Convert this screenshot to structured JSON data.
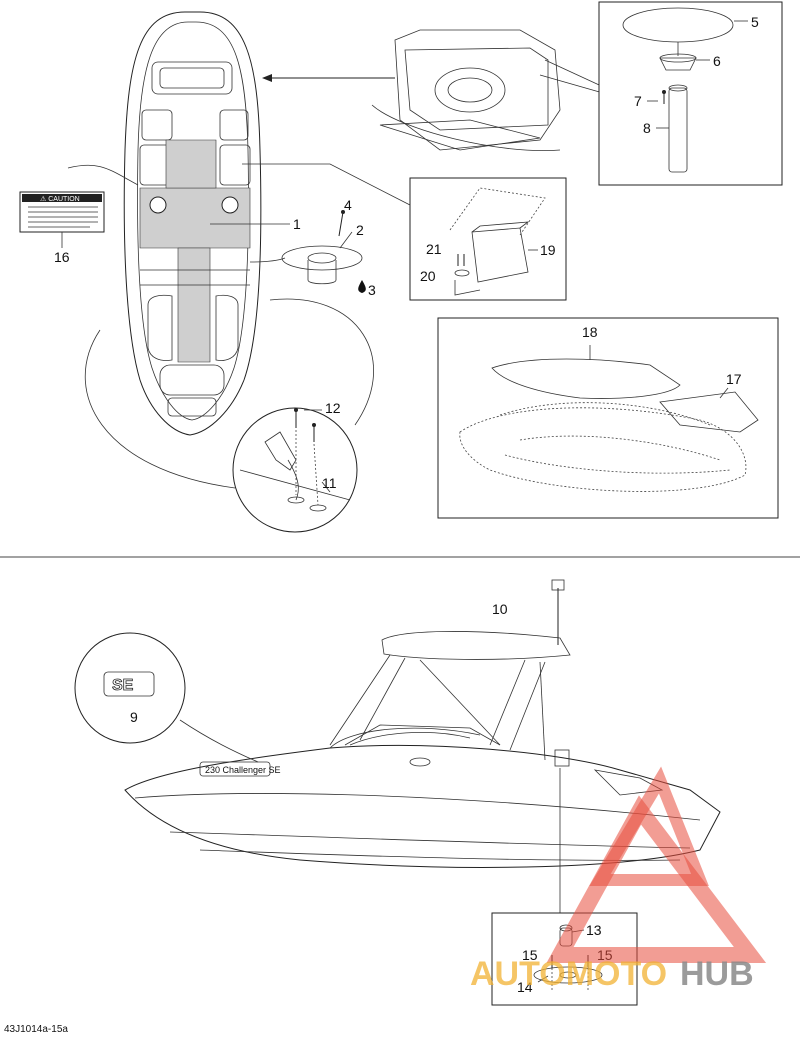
{
  "callouts": {
    "c1": "1",
    "c2": "2",
    "c3": "3",
    "c4": "4",
    "c5": "5",
    "c6": "6",
    "c7": "7",
    "c8": "8",
    "c9": "9",
    "c10": "10",
    "c11": "11",
    "c12": "12",
    "c13": "13",
    "c14": "14",
    "c15a": "15",
    "c15b": "15",
    "c16": "16",
    "c17": "17",
    "c18": "18",
    "c19": "19",
    "c20": "20",
    "c21": "21"
  },
  "caution_label": {
    "title": "⚠ CAUTION"
  },
  "hull_text": "230 Challenger SE",
  "badge_text": "SE",
  "figure_code": "43J1014a-15a",
  "watermark": {
    "part1": "AUTOMOTO",
    "part2": "HUB"
  },
  "colors": {
    "watermark_red": "#e74c3c",
    "watermark_orange": "#f2b233",
    "watermark_gray": "#8a8a8a"
  }
}
